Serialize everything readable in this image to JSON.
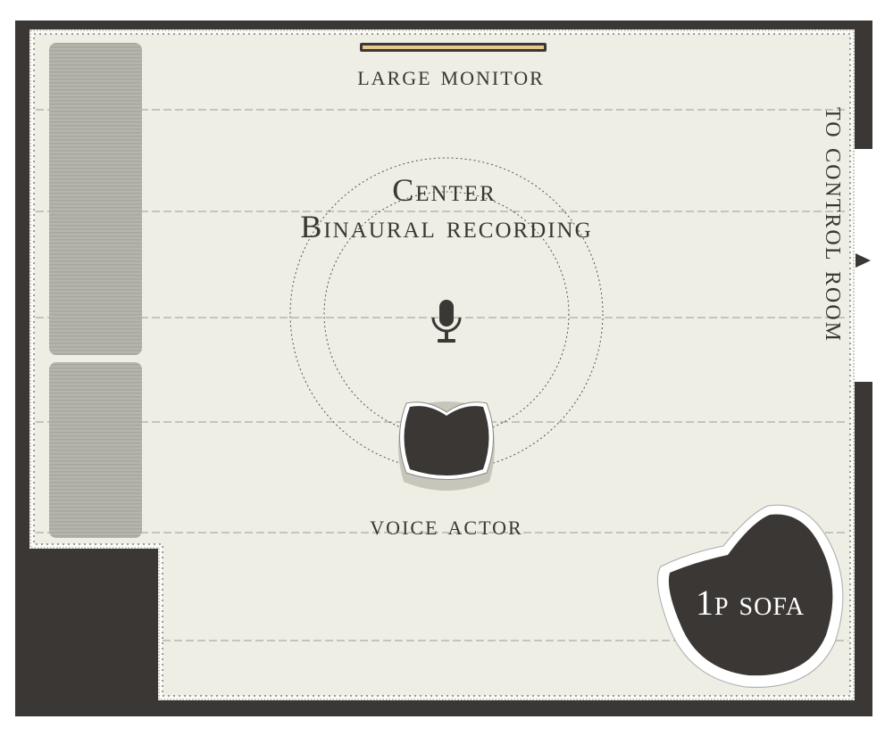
{
  "labels": {
    "monitor": "large monitor",
    "center_title": "Center",
    "center_subtitle": "Binaural recording",
    "voice_actor": "voice actor",
    "sofa": "1p sofa",
    "control_room": "to control room"
  },
  "icons": {
    "microphone": "microphone-icon",
    "arrow": "arrow-right-icon"
  },
  "colors": {
    "wall": "#3b3735",
    "floor": "#eeeee4",
    "panel": "#b4b3aa",
    "monitor_accent": "#e9c58f"
  }
}
